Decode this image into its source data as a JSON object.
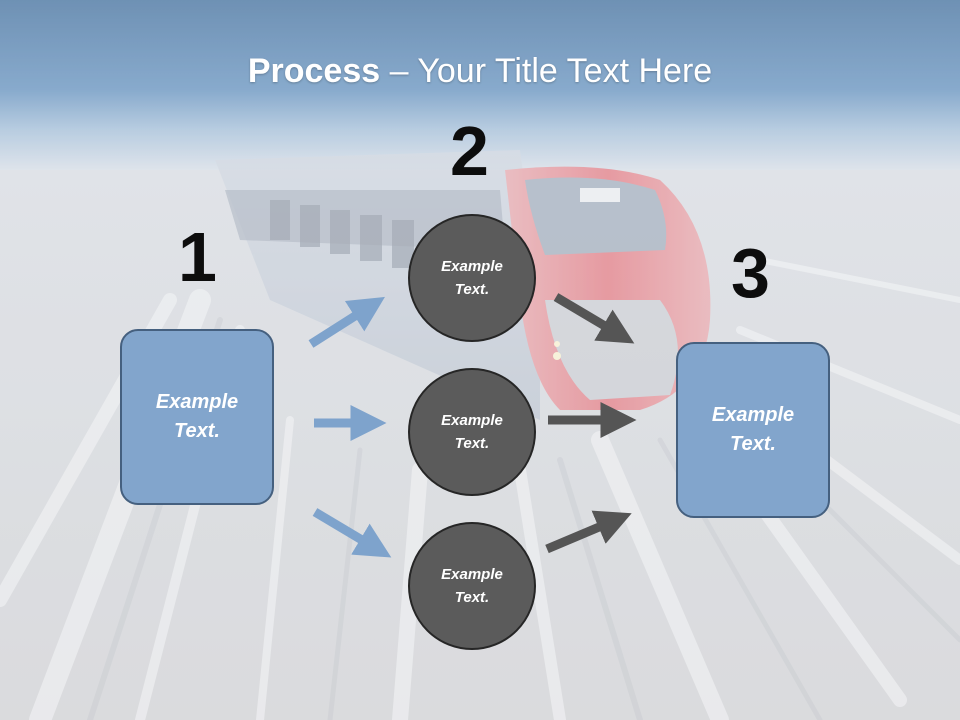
{
  "slide": {
    "title_bold": "Process",
    "title_rest": " – Your Title Text Here",
    "steps": [
      "1",
      "2",
      "3"
    ],
    "left_box": "Example\nText.",
    "circles": [
      "Example\nText.",
      "Example\nText.",
      "Example\nText."
    ],
    "right_box": "Example\nText."
  },
  "colors": {
    "box_fill": "#82a5cc",
    "box_border": "#45607f",
    "circle_fill": "#5b5b5b",
    "circle_border": "#262626",
    "blue_arrow": "#7ea3cc",
    "gray_arrow": "#555555",
    "title_band": "#5d87b2"
  },
  "background": {
    "description_icon": "high-speed-train-photo"
  }
}
